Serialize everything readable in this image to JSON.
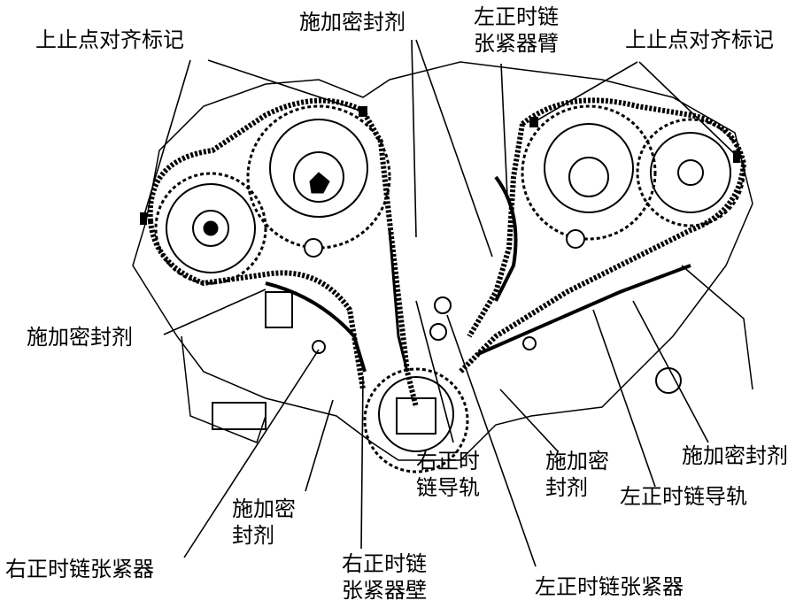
{
  "labels": {
    "tdc_left": "上止点对齐标记",
    "tdc_right": "上止点对齐标记",
    "sealant_top": "施加密封剂",
    "left_tensioner_arm_l1": "左正时链",
    "left_tensioner_arm_l2": "张紧器臂",
    "sealant_left": "施加密封剂",
    "sealant_right": "施加密封剂",
    "left_chain_guide": "左正时链导轨",
    "right_chain_guide_l1": "右正时",
    "right_chain_guide_l2": "链导轨",
    "sealant_center_l1": "施加密",
    "sealant_center_l2": "封剂",
    "sealant_lower_left_l1": "施加密",
    "sealant_lower_left_l2": "封剂",
    "right_tensioner": "右正时链张紧器",
    "right_tensioner_wall_l1": "右正时链",
    "right_tensioner_wall_l2": "张紧器壁",
    "left_tensioner": "左正时链张紧器"
  }
}
